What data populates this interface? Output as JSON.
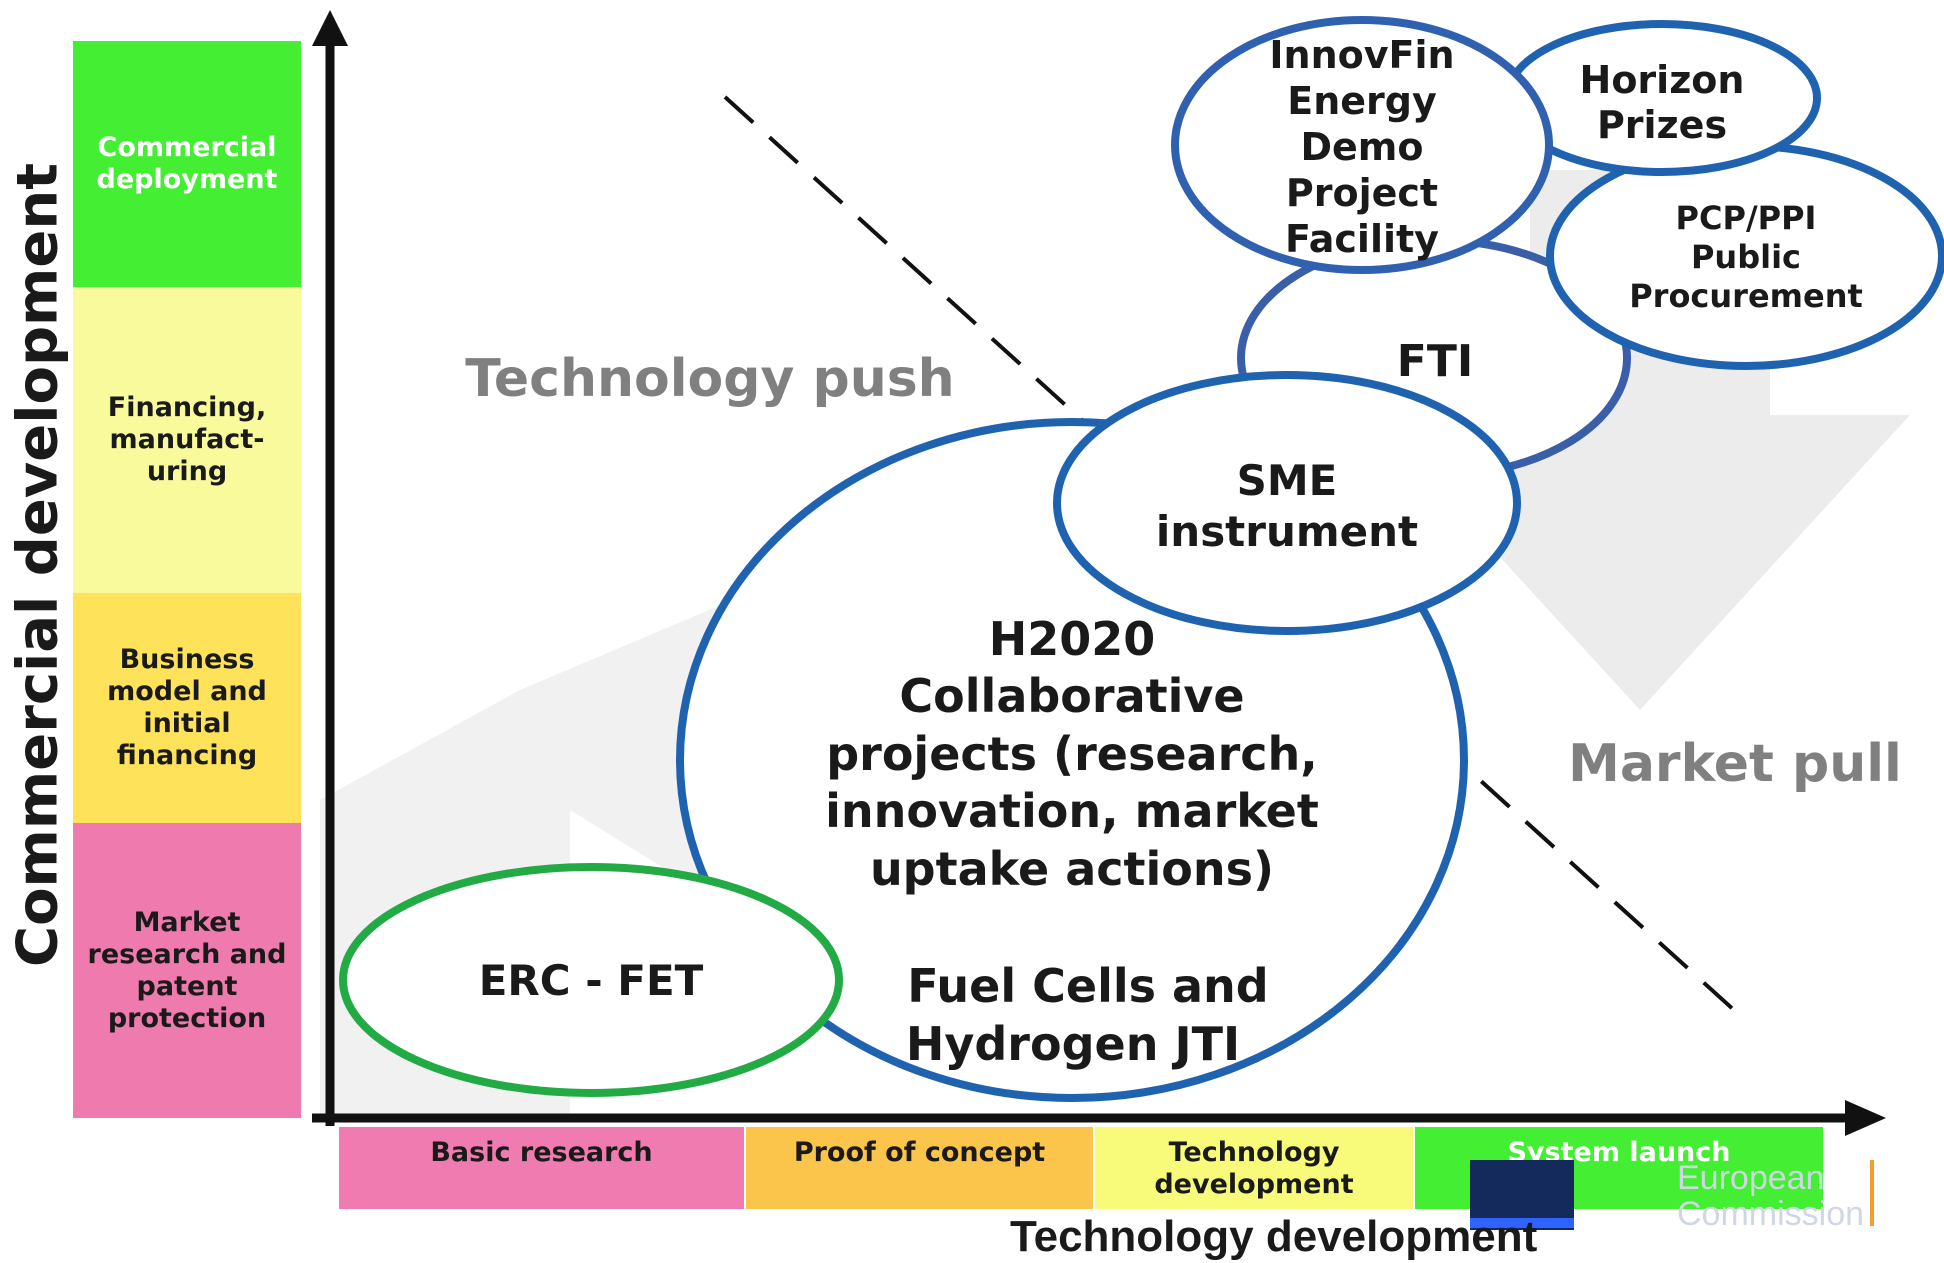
{
  "y_axis": {
    "title": "Commercial development",
    "bands": [
      {
        "label": "Commercial deployment",
        "color": "#44ee33"
      },
      {
        "label": "Financing, manufact-uring",
        "color": "#f8fa9c"
      },
      {
        "label": "Business model and initial financing",
        "color": "#fde25a"
      },
      {
        "label": "Market research and patent protection",
        "color": "#ee7aae"
      }
    ]
  },
  "x_axis": {
    "title": "Technology development",
    "stages": [
      {
        "label": "Basic research",
        "color": "#ef7bb0"
      },
      {
        "label": "Proof of concept",
        "color": "#fbc44a"
      },
      {
        "label": "Technology development",
        "color": "#f8fa7a"
      },
      {
        "label": "System launch",
        "color": "#44ee33"
      }
    ]
  },
  "regions": {
    "technology_push": "Technology push",
    "market_pull": "Market pull"
  },
  "instruments": {
    "h2020": [
      "H2020",
      "Collaborative",
      "projects (research,",
      "innovation, market",
      "uptake actions)"
    ],
    "fuel_cells": [
      "Fuel Cells and",
      "Hydrogen JTI"
    ],
    "erc_fet": "ERC - FET",
    "sme": [
      "SME",
      "instrument"
    ],
    "fti": "FTI",
    "innovfin": [
      "InnovFin",
      "Energy",
      "Demo",
      "Project",
      "Facility"
    ],
    "horizon_prizes": [
      "Horizon",
      "Prizes"
    ],
    "pcp_ppi": [
      "PCP/PPI",
      "Public",
      "Procurement"
    ]
  },
  "watermark": {
    "text": "European\nCommission"
  },
  "colors": {
    "ellipse_blue": "#1f63b0",
    "innovfin_blue": "#3060b0",
    "erc_green": "#22aa44",
    "region_label_gray": "#808080",
    "background_arrow": "#ececec",
    "axis": "#111111"
  }
}
